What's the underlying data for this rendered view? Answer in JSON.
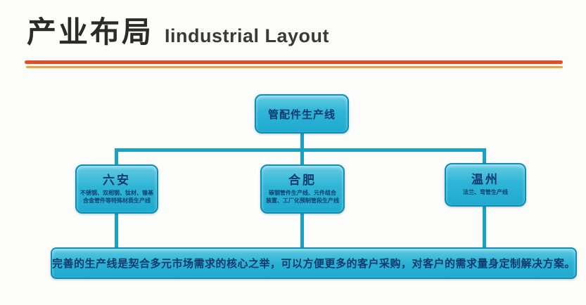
{
  "header": {
    "title_cn": "产业布局",
    "title_en": "Iindustrial Layout"
  },
  "diagram": {
    "root_label": "管配件生产线",
    "sites": [
      {
        "name": "六安",
        "desc": "不锈钢、双相钢、钛材、镍基\n合金管件等特殊材质生产线"
      },
      {
        "name": "合肥",
        "desc": "碳钢管件生产线、元件组合\n装置、工厂化预制管段生产线"
      },
      {
        "name": "温州",
        "desc": "法兰、弯管生产线"
      }
    ],
    "banner_text": "完善的生产线是契合多元市场需求的核心之举，可以方便更多的客户采购，对客户的需求量身定制解决方案。"
  },
  "colors": {
    "node_fill_top": "#63cbe2",
    "node_fill_bottom": "#1fa9cf",
    "node_border": "#0f8fb5",
    "node_text": "#0d3a6e",
    "connector": "#18a2c6",
    "divider_top": "#e34d26",
    "divider_bottom": "#efa13a",
    "background": "#fcfcfa"
  }
}
